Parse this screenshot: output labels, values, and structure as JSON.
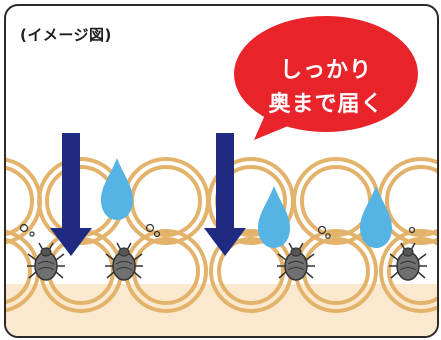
{
  "caption": "(イメージ図)",
  "bubble": {
    "line1": "しっかり",
    "line2": "奥まで届く"
  },
  "colors": {
    "frame_border": "#2a2a2a",
    "bubble_fill": "#e8242a",
    "arrow_fill": "#1f2a82",
    "droplet_fill": "#55b4e3",
    "fiber_ring": "#e3b36b",
    "floor_fill": "#fbe9cf",
    "mite_fill": "#707070"
  },
  "icons": {
    "arrow": "down-arrow-icon",
    "droplet": "water-droplet-icon",
    "mite": "dust-mite-icon",
    "fiber": "fiber-loop-icon"
  }
}
